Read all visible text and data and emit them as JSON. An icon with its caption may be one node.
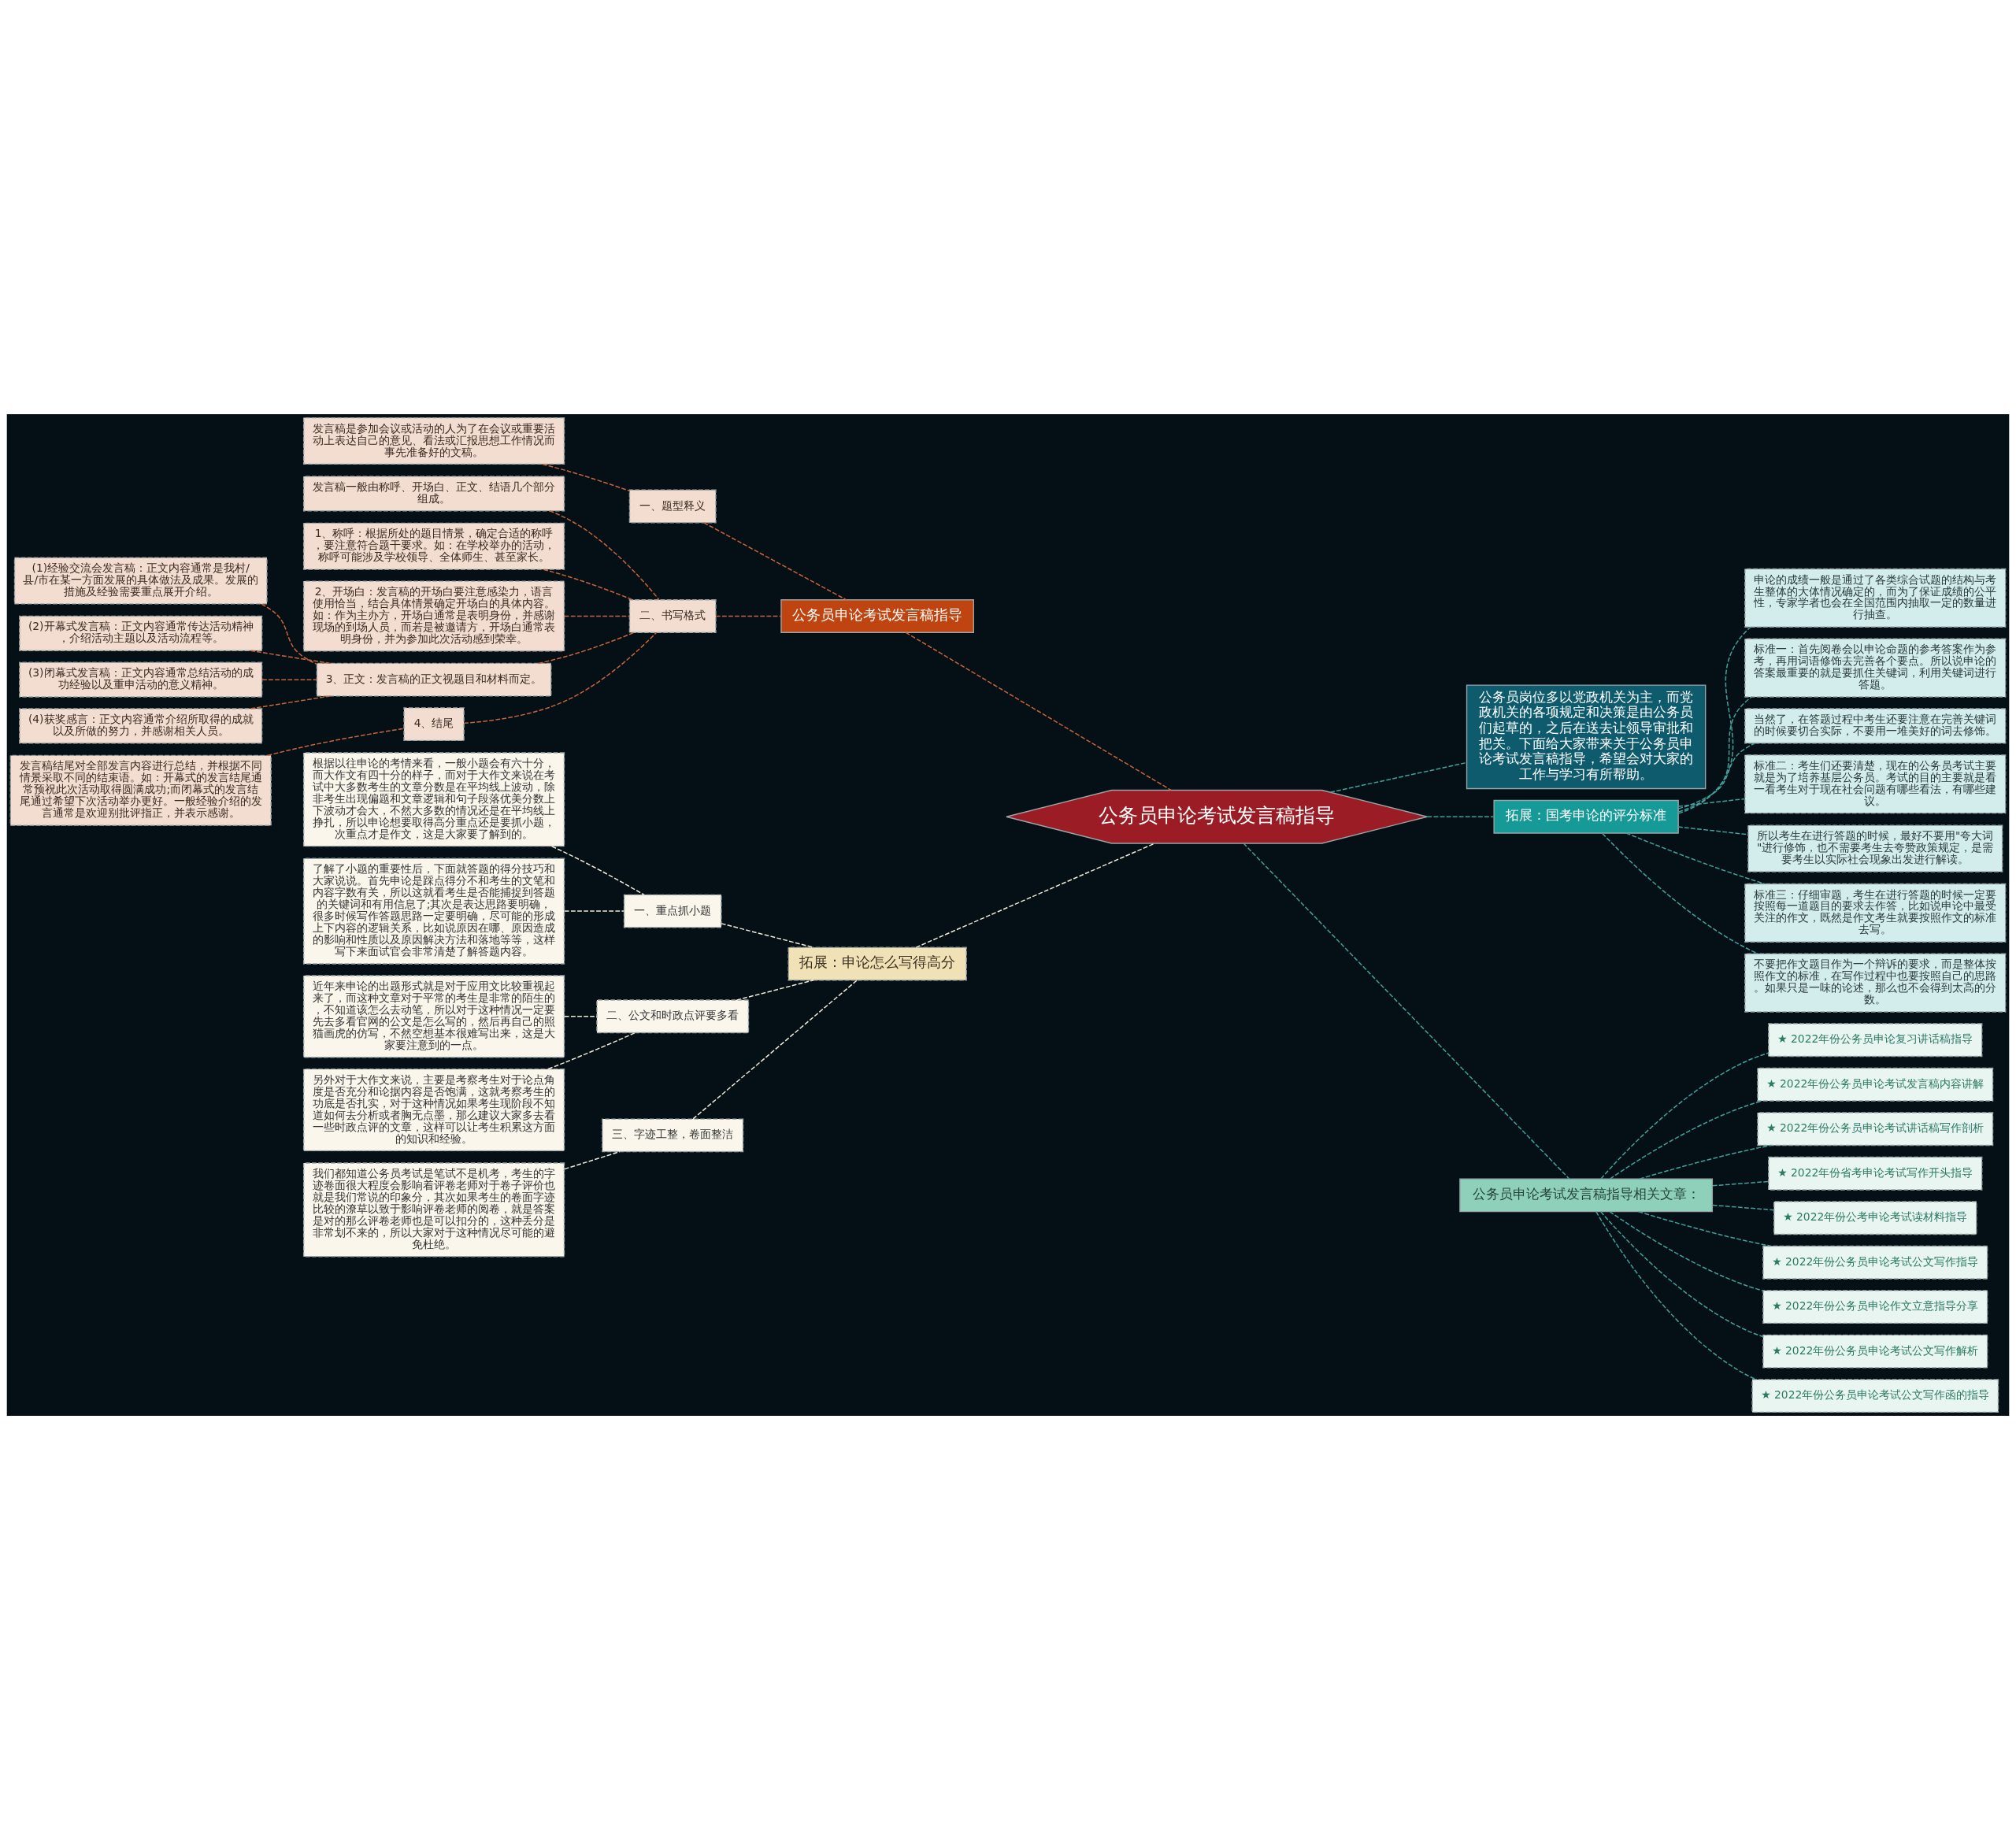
{
  "diagram": {
    "nodes": [
      {
        "text": [
          "公务员申论考试发言稿指导"
        ]
      },
      {
        "text": [
          "公务员申论考试发言稿指导"
        ]
      },
      {
        "text": [
          "一、题型释义"
        ]
      },
      {
        "text": [
          "发言稿是参加会议或活动的人为了在会议或重要活动上表达自己的意见、看法或汇报思想工作情况而事先准备好的文稿。"
        ]
      },
      {
        "text": [
          "二、书写格式"
        ]
      },
      {
        "text": [
          "发言稿一般由称呼、开场白、正文、结语几个部分组成。"
        ]
      },
      {
        "text": [
          "1、称呼：根据所处的题目情景，确定合适的称呼，要注意符合题干要求。如：在学校举办的活动，称呼可能涉及学校领导、全体师生、甚至家长。"
        ]
      },
      {
        "text": [
          "2、开场白：发言稿的开场白要注意感染力，语言使用恰当，结合具体情景确定开场白的具体内容。如：作为主办方，开场白通常是表明身份，并感谢现场的到场人员，而若是被邀请方，开场白通常表明身份，并为参加此次活动感到荣幸。"
        ]
      },
      {
        "text": [
          "3、正文：发言稿的正文视题目和材料而定。"
        ]
      },
      {
        "text": [
          "(1)经验交流会发言稿：正文内容通常是我村/县/市在某一方面发展的具体做法及成果。发展的措施及经验需要重点展开介绍。"
        ]
      },
      {
        "text": [
          "(2)开幕式发言稿：正文内容通常传达活动精神，介绍活动主题以及活动流程等。"
        ]
      },
      {
        "text": [
          "(3)闭幕式发言稿：正文内容通常总结活动的成功经验以及重申活动的意义精神。"
        ]
      },
      {
        "text": [
          "(4)获奖感言：正文内容通常介绍所取得的成就以及所做的努力，并感谢相关人员。"
        ]
      },
      {
        "text": [
          "4、结尾"
        ]
      },
      {
        "text": [
          "发言稿结尾对全部发言内容进行总结，并根据不同情景采取不同的结束语。如：开幕式的发言结尾通常预祝此次活动取得圆满成功;而闭幕式的发言结尾通过希望下次活动举办更好。一般经验介绍的发言通常是欢迎别批评指正，并表示感谢。"
        ]
      },
      {
        "text": [
          "拓展：申论怎么写得高分"
        ]
      },
      {
        "text": [
          "一、重点抓小题"
        ]
      },
      {
        "text": [
          "根据以往申论的考情来看，一般小题会有六十分，而大作文有四十分的样子，而对于大作文来说在考试中大多数考生的文章分数是在平均线上波动，除非考生出现偏题和文章逻辑和句子段落优美分数上下波动才会大，不然大多数的情况还是在平均线上挣扎，所以申论想要取得高分重点还是要抓小题，次重点才是作文，这是大家要了解到的。"
        ]
      },
      {
        "text": [
          "了解了小题的重要性后，下面就答题的得分技巧和大家说说。首先申论是踩点得分不和考生的文笔和内容字数有关，所以这就看考生是否能捕捉到答题的关键词和有用信息了;其次是表达思路要明确，很多时候写作答题思路一定要明确，尽可能的形成上下内容的逻辑关系，比如说原因在哪、原因造成的影响和性质以及原因解决方法和落地等等，这样写下来面试官会非常清楚了解答题内容。"
        ]
      },
      {
        "text": [
          "二、公文和时政点评要多看"
        ]
      },
      {
        "text": [
          "近年来申论的出题形式就是对于应用文比较重视起来了，而这种文章对于平常的考生是非常的陌生的，不知道该怎么去动笔，所以对于这种情况一定要先去多看官网的公文是怎么写的，然后再自己的照猫画虎的仿写，不然空想基本很难写出来，这是大家要注意到的一点。"
        ]
      },
      {
        "text": [
          "另外对于大作文来说，主要是考察考生对于论点角度是否充分和论据内容是否饱满，这就考察考生的功底是否扎实，对于这种情况如果考生现阶段不知道如何去分析或者胸无点墨，那么建议大家多去看一些时政点评的文章，这样可以让考生积累这方面的知识和经验。"
        ]
      },
      {
        "text": [
          "三、字迹工整，卷面整洁"
        ]
      },
      {
        "text": [
          "我们都知道公务员考试是笔试不是机考，考生的字迹卷面很大程度会影响着评卷老师对于卷子评价也就是我们常说的印象分，其次如果考生的卷面字迹比较的潦草以致于影响评卷老师的阅卷，就是答案是对的那么评卷老师也是可以扣分的，这种丢分是非常划不来的，所以大家对于这种情况尽可能的避免杜绝。"
        ]
      },
      {
        "text": [
          "公务员岗位多以党政机关为主，而党政机关的各项规定和决策是由公务员们起草的，之后在送去让领导审批和把关。下面给大家带来关于公务员申论考试发言稿指导，希望会对大家的工作与学习有所帮助。"
        ]
      },
      {
        "text": [
          "拓展：国考申论的评分标准"
        ]
      },
      {
        "text": [
          "申论的成绩一般是通过了各类综合试题的结构与考生整体的大体情况确定的，而为了保证成绩的公平性，专家学者也会在全国范围内抽取一定的数量进行抽查。"
        ]
      },
      {
        "text": [
          "标准一：首先阅卷会以申论命题的参考答案作为参考，再用词语修饰去完善各个要点。所以说申论的答案最重要的就是要抓住关键词，利用关键词进行答题。"
        ]
      },
      {
        "text": [
          "当然了，在答题过程中考生还要注意在完善关键词的时候要切合实际，不要用一堆美好的词去修饰。"
        ]
      },
      {
        "text": [
          "标准二：考生们还要清楚，现在的公务员考试主要就是为了培养基层公务员。考试的目的主要就是看一看考生对于现在社会问题有哪些看法，有哪些建议。"
        ]
      },
      {
        "text": [
          "所以考生在进行答题的时候，最好不要用\"夸大词\"进行修饰，也不需要考生去夸赞政策规定，是需要考生以实际社会现象出发进行解读。"
        ]
      },
      {
        "text": [
          "标准三：仔细审题，考生在进行答题的时候一定要按照每一道题目的要求去作答，比如说申论中最受关注的作文，既然是作文考生就要按照作文的标准去写。"
        ]
      },
      {
        "text": [
          "不要把作文题目作为一个辩诉的要求，而是整体按照作文的标准，在写作过程中也要按照自己的思路。如果只是一味的论述，那么也不会得到太高的分数。"
        ]
      },
      {
        "text": [
          "公务员申论考试发言稿指导相关文章："
        ]
      },
      {
        "text": [
          "★ 2022年份公务员申论复习讲话稿指导"
        ]
      },
      {
        "text": [
          "★ 2022年份公务员申论考试发言稿内容讲解"
        ]
      },
      {
        "text": [
          "★ 2022年份公务员申论考试讲话稿写作剖析"
        ]
      },
      {
        "text": [
          "★ 2022年份省考申论考试写作开头指导"
        ]
      },
      {
        "text": [
          "★ 2022年份公考申论考试读材料指导"
        ]
      },
      {
        "text": [
          "★ 2022年份公务员申论考试公文写作指导"
        ]
      },
      {
        "text": [
          "★ 2022年份公务员申论作文立意指导分享"
        ]
      },
      {
        "text": [
          "★ 2022年份公务员申论考试公文写作解析"
        ]
      },
      {
        "text": [
          "★ 2022年份公务员申论考试公文写作函的指导"
        ]
      }
    ],
    "edges": [
      {
        "from": 0,
        "to": 1,
        "arrow": "none",
        "style": "dashed",
        "color": "#c8643c"
      },
      {
        "from": 1,
        "to": 2,
        "arrow": "none",
        "style": "dashed",
        "color": "#c8643c"
      },
      {
        "from": 2,
        "to": 3,
        "arrow": "none",
        "style": "dashed",
        "color": "#c8643c"
      },
      {
        "from": 1,
        "to": 4,
        "arrow": "none",
        "style": "dashed",
        "color": "#c8643c"
      },
      {
        "from": 4,
        "to": 5,
        "arrow": "none",
        "style": "dashed",
        "color": "#c8643c"
      },
      {
        "from": 4,
        "to": 6,
        "arrow": "none",
        "style": "dashed",
        "color": "#c8643c"
      },
      {
        "from": 4,
        "to": 7,
        "arrow": "none",
        "style": "dashed",
        "color": "#c8643c"
      },
      {
        "from": 4,
        "to": 8,
        "arrow": "none",
        "style": "dashed",
        "color": "#c8643c"
      },
      {
        "from": 8,
        "to": 9,
        "arrow": "none",
        "style": "dashed",
        "color": "#c8643c"
      },
      {
        "from": 8,
        "to": 10,
        "arrow": "none",
        "style": "dashed",
        "color": "#c8643c"
      },
      {
        "from": 8,
        "to": 11,
        "arrow": "none",
        "style": "dashed",
        "color": "#c8643c"
      },
      {
        "from": 8,
        "to": 12,
        "arrow": "none",
        "style": "dashed",
        "color": "#c8643c"
      },
      {
        "from": 4,
        "to": 13,
        "arrow": "none",
        "style": "dashed",
        "color": "#c8643c"
      },
      {
        "from": 13,
        "to": 14,
        "arrow": "none",
        "style": "dashed",
        "color": "#c8643c"
      },
      {
        "from": 0,
        "to": 15,
        "arrow": "none",
        "style": "dashed",
        "color": "#f0ead8"
      },
      {
        "from": 15,
        "to": 16,
        "arrow": "none",
        "style": "dashed",
        "color": "#f0ead8"
      },
      {
        "from": 16,
        "to": 17,
        "arrow": "none",
        "style": "dashed",
        "color": "#f0ead8"
      },
      {
        "from": 16,
        "to": 18,
        "arrow": "none",
        "style": "dashed",
        "color": "#f0ead8"
      },
      {
        "from": 15,
        "to": 19,
        "arrow": "none",
        "style": "dashed",
        "color": "#f0ead8"
      },
      {
        "from": 19,
        "to": 20,
        "arrow": "none",
        "style": "dashed",
        "color": "#f0ead8"
      },
      {
        "from": 19,
        "to": 21,
        "arrow": "none",
        "style": "dashed",
        "color": "#f0ead8"
      },
      {
        "from": 15,
        "to": 22,
        "arrow": "none",
        "style": "dashed",
        "color": "#f0ead8"
      },
      {
        "from": 22,
        "to": 23,
        "arrow": "none",
        "style": "dashed",
        "color": "#f0ead8"
      },
      {
        "from": 0,
        "to": 24,
        "arrow": "none",
        "style": "dashed"
      },
      {
        "from": 0,
        "to": 25,
        "arrow": "none",
        "style": "dashed"
      },
      {
        "from": 25,
        "to": 26,
        "arrow": "none",
        "style": "dashed"
      },
      {
        "from": 25,
        "to": 27,
        "arrow": "none",
        "style": "dashed"
      },
      {
        "from": 25,
        "to": 28,
        "arrow": "none",
        "style": "dashed"
      },
      {
        "from": 25,
        "to": 29,
        "arrow": "none",
        "style": "dashed"
      },
      {
        "from": 25,
        "to": 30,
        "arrow": "none",
        "style": "dashed"
      },
      {
        "from": 25,
        "to": 31,
        "arrow": "none",
        "style": "dashed"
      },
      {
        "from": 25,
        "to": 32,
        "arrow": "none",
        "style": "dashed"
      },
      {
        "from": 0,
        "to": 33,
        "arrow": "none",
        "style": "dashed"
      },
      {
        "from": 33,
        "to": 34,
        "arrow": "none",
        "style": "dashed"
      },
      {
        "from": 33,
        "to": 35,
        "arrow": "none",
        "style": "dashed"
      },
      {
        "from": 33,
        "to": 36,
        "arrow": "none",
        "style": "dashed"
      },
      {
        "from": 33,
        "to": 37,
        "arrow": "none",
        "style": "dashed"
      },
      {
        "from": 33,
        "to": 38,
        "arrow": "none",
        "style": "dashed"
      },
      {
        "from": 33,
        "to": 39,
        "arrow": "none",
        "style": "dashed"
      },
      {
        "from": 33,
        "to": 40,
        "arrow": "none",
        "style": "dashed"
      },
      {
        "from": 33,
        "to": 41,
        "arrow": "none",
        "style": "dashed"
      },
      {
        "from": 33,
        "to": 42,
        "arrow": "none",
        "style": "dashed"
      }
    ]
  }
}
